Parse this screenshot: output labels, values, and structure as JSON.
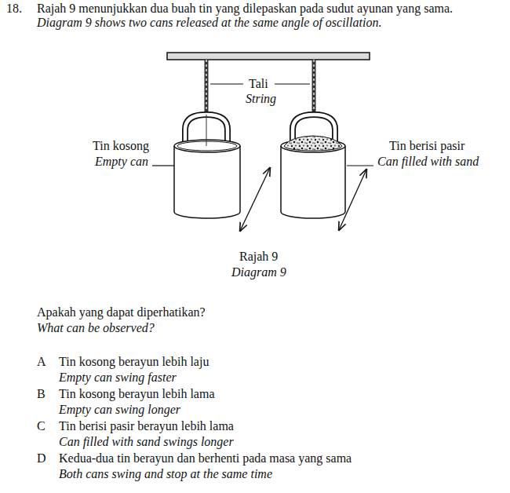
{
  "diagram": {
    "labels": [
      "18.",
      "Rajah 9 menunjukkan dua buah tin yang dilepaskan pada sudut ayunan yang sama.",
      "Diagram 9 shows two cans released at the same angle of oscillation.",
      "Tali",
      "String",
      "Tin kosong",
      "Empty can",
      "Tin berisi pasir",
      "Can filled with sand",
      "Rajah 9",
      "Diagram 9",
      "Apakah yang dapat diperhatikan?",
      "What can be observed?",
      "A",
      "Tin kosong berayun lebih laju",
      "Empty can swing faster",
      "B",
      "Tin kosong berayun lebih lama",
      "Empty can swing longer",
      "C",
      "Tin berisi pasir berayun lebih lama",
      "Can filled with sand swings longer",
      "D",
      "Kedua-dua tin berayun dan berhenti pada masa yang sama",
      "Both cans swing and stop at the same time"
    ]
  }
}
